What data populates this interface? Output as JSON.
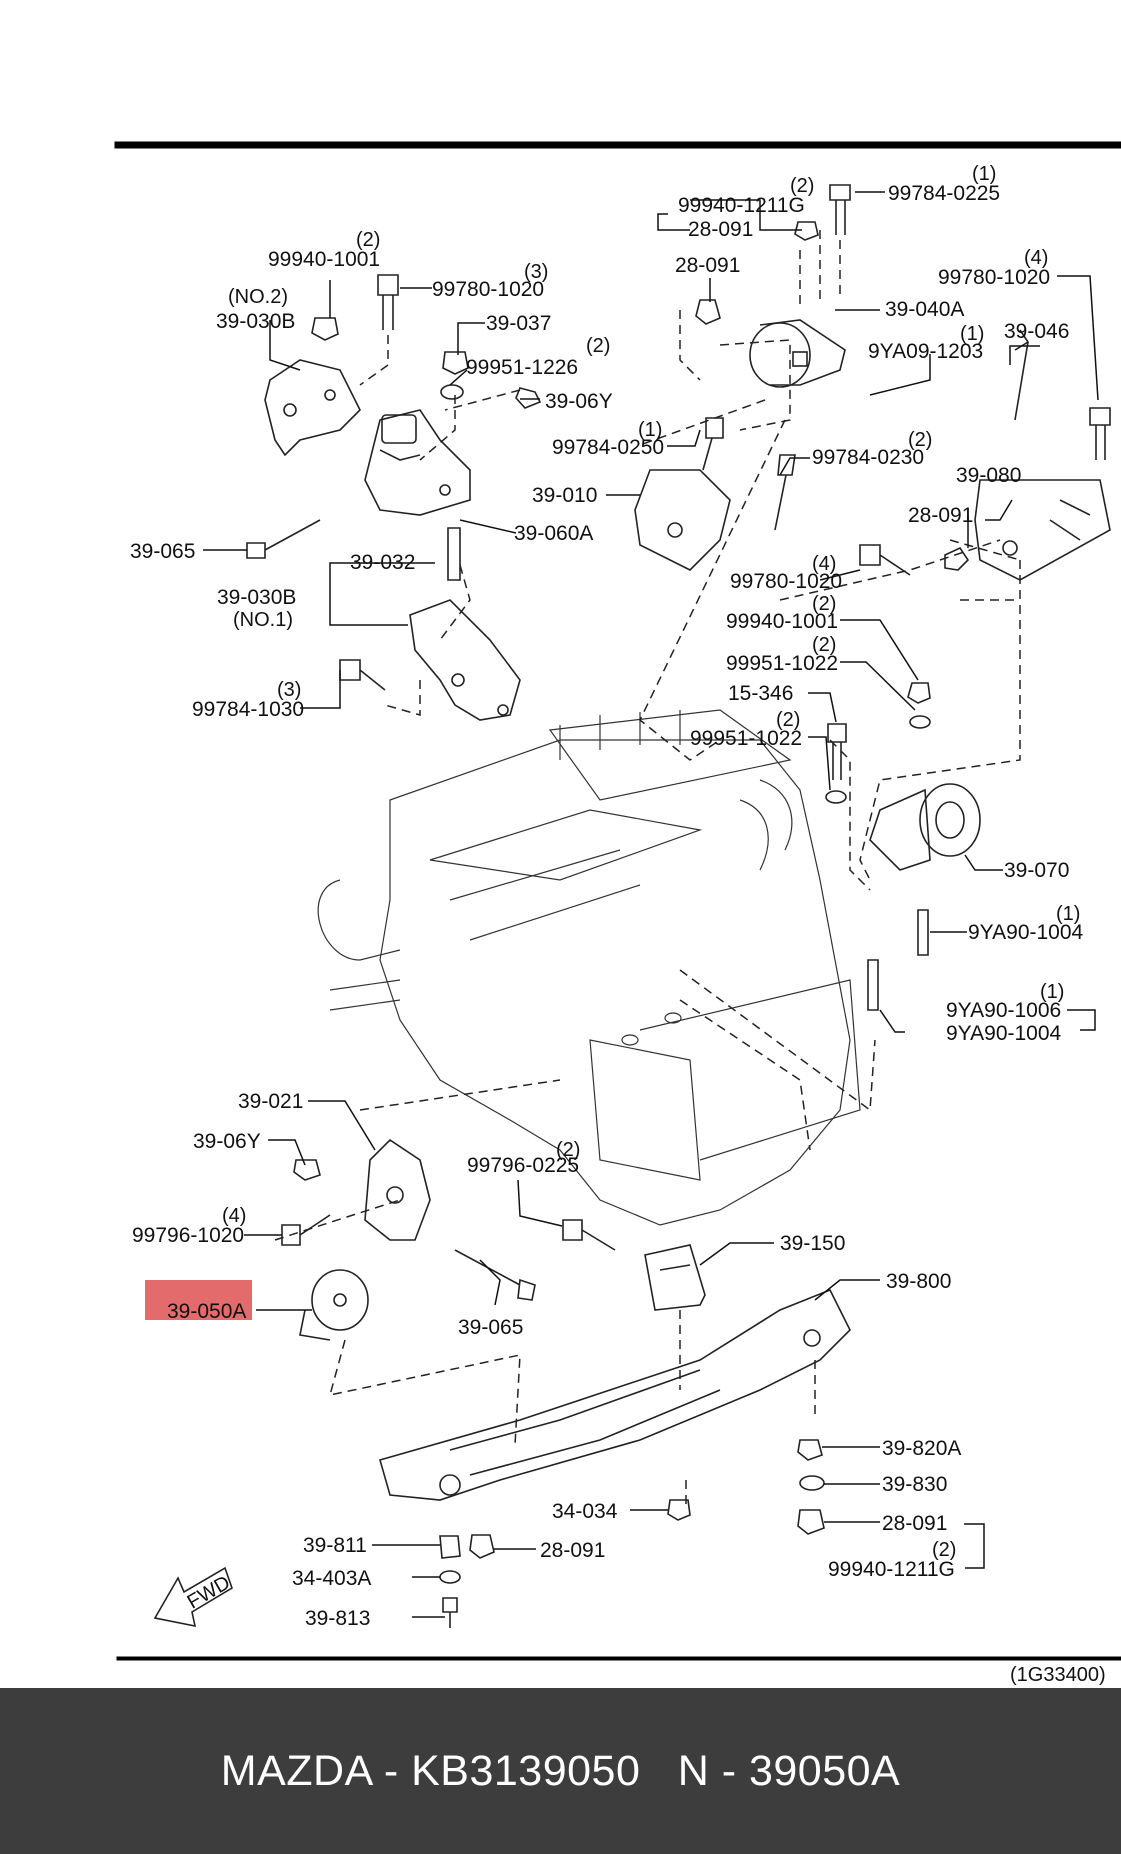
{
  "diagram": {
    "code": "(1G33400)",
    "fwd": "FWD",
    "highlight_color": "#e36b6b",
    "highlight_part": "39-050A",
    "labels": [
      {
        "id": "l1",
        "text": "99940-1211G"
      },
      {
        "id": "l2",
        "text": "28-091"
      },
      {
        "id": "l3",
        "text": "99784-0225"
      },
      {
        "id": "l4",
        "text": "28-091"
      },
      {
        "id": "l5",
        "text": "39-040A"
      },
      {
        "id": "l6",
        "text": "99780-1020"
      },
      {
        "id": "l7",
        "text": "9YA09-1203"
      },
      {
        "id": "l8",
        "text": "39-046"
      },
      {
        "id": "l9",
        "text": "99940-1001"
      },
      {
        "id": "l10",
        "text": "99780-1020"
      },
      {
        "id": "l11",
        "text": "(NO.2)"
      },
      {
        "id": "l12",
        "text": "39-030B"
      },
      {
        "id": "l13",
        "text": "39-037"
      },
      {
        "id": "l14",
        "text": "99951-1226"
      },
      {
        "id": "l15",
        "text": "39-06Y"
      },
      {
        "id": "l16",
        "text": "99784-0250"
      },
      {
        "id": "l17",
        "text": "99784-0230"
      },
      {
        "id": "l18",
        "text": "39-010"
      },
      {
        "id": "l19",
        "text": "39-080"
      },
      {
        "id": "l20",
        "text": "28-091"
      },
      {
        "id": "l21",
        "text": "39-065"
      },
      {
        "id": "l22",
        "text": "39-060A"
      },
      {
        "id": "l23",
        "text": "39-032"
      },
      {
        "id": "l24",
        "text": "39-030B"
      },
      {
        "id": "l25",
        "text": "(NO.1)"
      },
      {
        "id": "l26",
        "text": "99780-1020"
      },
      {
        "id": "l27",
        "text": "99940-1001"
      },
      {
        "id": "l28",
        "text": "99951-1022"
      },
      {
        "id": "l29",
        "text": "15-346"
      },
      {
        "id": "l30",
        "text": "99951-1022"
      },
      {
        "id": "l31",
        "text": "99784-1030"
      },
      {
        "id": "l32",
        "text": "39-070"
      },
      {
        "id": "l33",
        "text": "9YA90-1004"
      },
      {
        "id": "l34",
        "text": "9YA90-1006"
      },
      {
        "id": "l35",
        "text": "9YA90-1004"
      },
      {
        "id": "l36",
        "text": "39-021"
      },
      {
        "id": "l37",
        "text": "39-06Y"
      },
      {
        "id": "l38",
        "text": "99796-0225"
      },
      {
        "id": "l39",
        "text": "99796-1020"
      },
      {
        "id": "l40",
        "text": "39-150"
      },
      {
        "id": "l41",
        "text": "39-800"
      },
      {
        "id": "l42",
        "text": "39-050A"
      },
      {
        "id": "l43",
        "text": "39-065"
      },
      {
        "id": "l44",
        "text": "39-820A"
      },
      {
        "id": "l45",
        "text": "39-830"
      },
      {
        "id": "l46",
        "text": "34-034"
      },
      {
        "id": "l47",
        "text": "28-091"
      },
      {
        "id": "l48",
        "text": "39-811"
      },
      {
        "id": "l49",
        "text": "28-091"
      },
      {
        "id": "l50",
        "text": "99940-1211G"
      },
      {
        "id": "l51",
        "text": "34-403A"
      },
      {
        "id": "l52",
        "text": "39-813"
      }
    ],
    "quantities": [
      {
        "id": "q1",
        "text": "(2)"
      },
      {
        "id": "q2",
        "text": "(1)"
      },
      {
        "id": "q3",
        "text": "(4)"
      },
      {
        "id": "q4",
        "text": "(1)"
      },
      {
        "id": "q5",
        "text": "(2)"
      },
      {
        "id": "q6",
        "text": "(3)"
      },
      {
        "id": "q7",
        "text": "(2)"
      },
      {
        "id": "q8",
        "text": "(1)"
      },
      {
        "id": "q9",
        "text": "(2)"
      },
      {
        "id": "q10",
        "text": "(4)"
      },
      {
        "id": "q11",
        "text": "(2)"
      },
      {
        "id": "q12",
        "text": "(2)"
      },
      {
        "id": "q13",
        "text": "(2)"
      },
      {
        "id": "q14",
        "text": "(3)"
      },
      {
        "id": "q15",
        "text": "(1)"
      },
      {
        "id": "q16",
        "text": "(1)"
      },
      {
        "id": "q17",
        "text": "(2)"
      },
      {
        "id": "q18",
        "text": "(4)"
      },
      {
        "id": "q19",
        "text": "(2)"
      }
    ]
  },
  "footer": {
    "text": "MAZDA - KB3139050   N - 39050A"
  }
}
